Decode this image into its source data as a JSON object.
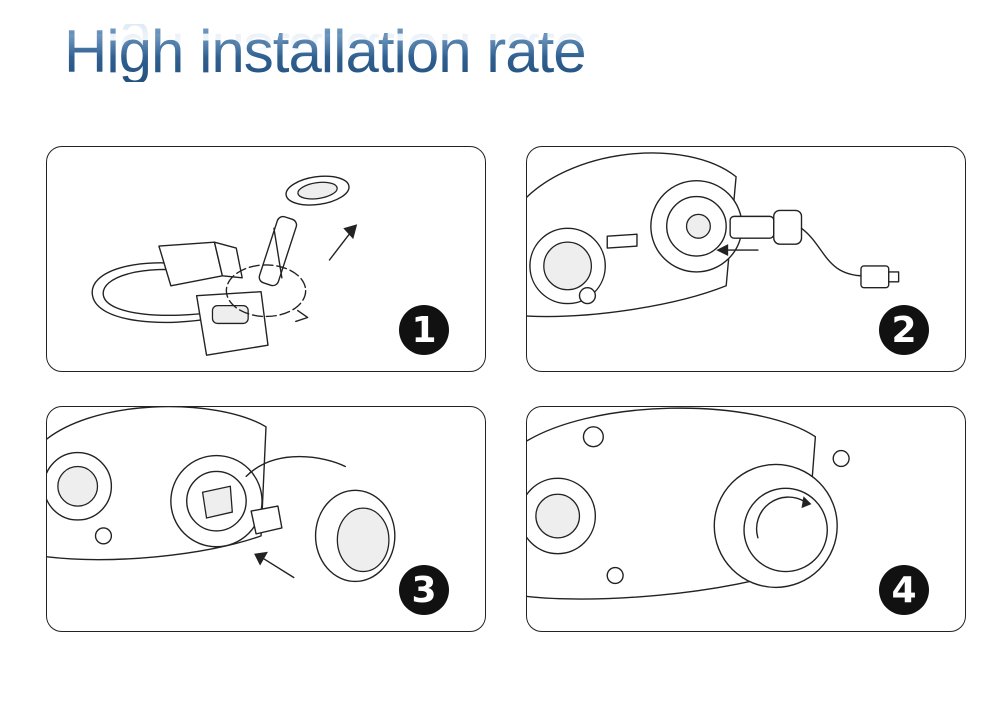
{
  "title": "High installation rate",
  "title_color": "#3f6f9f",
  "steps": [
    {
      "number": "1"
    },
    {
      "number": "2"
    },
    {
      "number": "3"
    },
    {
      "number": "4"
    }
  ]
}
